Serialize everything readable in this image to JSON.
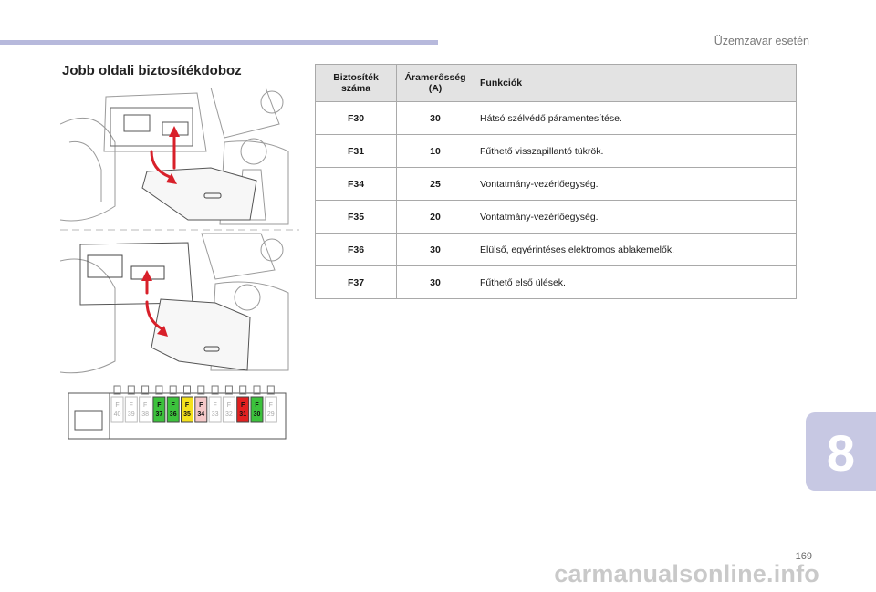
{
  "header": {
    "section_title": "Üzemzavar esetén",
    "accent": "#b7b9dc"
  },
  "page": {
    "title": "Jobb oldali biztosítékdoboz",
    "chapter": "8",
    "number": "169"
  },
  "table": {
    "headers": {
      "fuse": "Biztosíték\nszáma",
      "amp": "Áramerősség\n(A)",
      "function": "Funkciók"
    },
    "rows": [
      {
        "fuse": "F30",
        "amp": "30",
        "function": "Hátsó szélvédő páramentesítése."
      },
      {
        "fuse": "F31",
        "amp": "10",
        "function": "Fűthető visszapillantó tükrök."
      },
      {
        "fuse": "F34",
        "amp": "25",
        "function": "Vontatmány-vezérlőegység."
      },
      {
        "fuse": "F35",
        "amp": "20",
        "function": "Vontatmány-vezérlőegység."
      },
      {
        "fuse": "F36",
        "amp": "30",
        "function": "Elülső, egyérintéses elektromos ablakemelők."
      },
      {
        "fuse": "F37",
        "amp": "30",
        "function": "Fűthető első ülések."
      }
    ]
  },
  "fuse_box": {
    "slots": [
      {
        "label": "F",
        "num": "40",
        "color": "#ffffff",
        "active": false
      },
      {
        "label": "F",
        "num": "39",
        "color": "#ffffff",
        "active": false
      },
      {
        "label": "F",
        "num": "38",
        "color": "#ffffff",
        "active": false
      },
      {
        "label": "F",
        "num": "37",
        "color": "#3cc23c",
        "active": true
      },
      {
        "label": "F",
        "num": "36",
        "color": "#3cc23c",
        "active": true
      },
      {
        "label": "F",
        "num": "35",
        "color": "#f4e11c",
        "active": true
      },
      {
        "label": "F",
        "num": "34",
        "color": "#f5c9c9",
        "active": true
      },
      {
        "label": "F",
        "num": "33",
        "color": "#ffffff",
        "active": false
      },
      {
        "label": "F",
        "num": "32",
        "color": "#ffffff",
        "active": false
      },
      {
        "label": "F",
        "num": "31",
        "color": "#e22020",
        "active": true
      },
      {
        "label": "F",
        "num": "30",
        "color": "#3cc23c",
        "active": true
      },
      {
        "label": "F",
        "num": "29",
        "color": "#ffffff",
        "active": false
      }
    ]
  },
  "footer": {
    "watermark": "carmanualsonline.info"
  }
}
